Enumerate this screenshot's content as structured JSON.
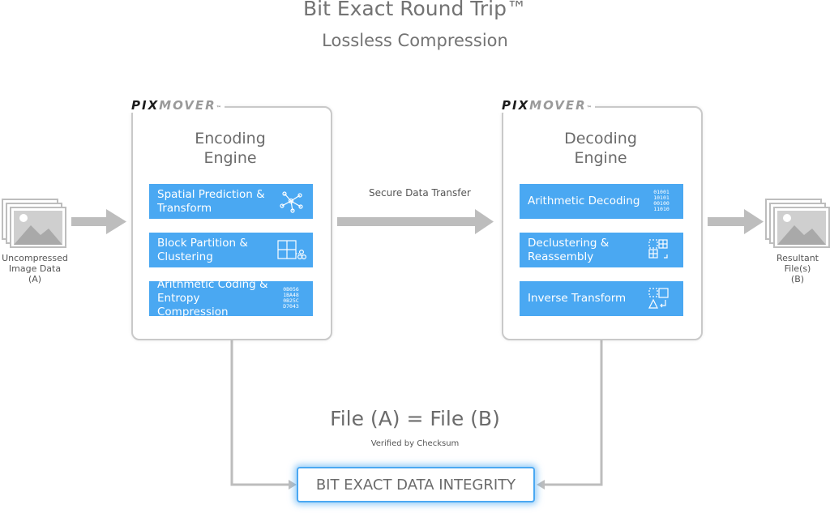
{
  "header": {
    "title": "Bit Exact Round Trip™",
    "subtitle": "Lossless Compression"
  },
  "input": {
    "label_line1": "Uncompressed",
    "label_line2": "Image Data",
    "label_line3": "(A)"
  },
  "output": {
    "label_line1": "Resultant",
    "label_line2": "File(s)",
    "label_line3": "(B)"
  },
  "logo": {
    "part1": "PIX",
    "part2": "MOVER",
    "tm": "™"
  },
  "encoder": {
    "title_line1": "Encoding",
    "title_line2": "Engine",
    "steps": [
      {
        "line1": "Spatial Prediction &",
        "line2": "Transform"
      },
      {
        "line1": "Block Partition &",
        "line2": "Clustering"
      },
      {
        "line1": "Arithmetic Coding &",
        "line2": "Entropy Compression",
        "icon_text": [
          "0B056",
          "1BA48",
          "0B25C",
          "D7043"
        ]
      }
    ]
  },
  "decoder": {
    "title_line1": "Decoding",
    "title_line2": "Engine",
    "steps": [
      {
        "line1": "Arithmetic Decoding",
        "line2": "",
        "icon_text": [
          "01001",
          "10101",
          "00100",
          "11010"
        ]
      },
      {
        "line1": "Declustering &",
        "line2": "Reassembly"
      },
      {
        "line1": "Inverse Transform",
        "line2": ""
      }
    ]
  },
  "transfer": {
    "label": "Secure Data Transfer"
  },
  "result": {
    "equation": "File (A) = File (B)",
    "verified": "Verified by Checksum",
    "integrity": "BIT EXACT DATA INTEGRITY"
  },
  "colors": {
    "accent": "#4aa8f2",
    "arrow": "#bdbdbd",
    "border": "#c9c9c9"
  }
}
